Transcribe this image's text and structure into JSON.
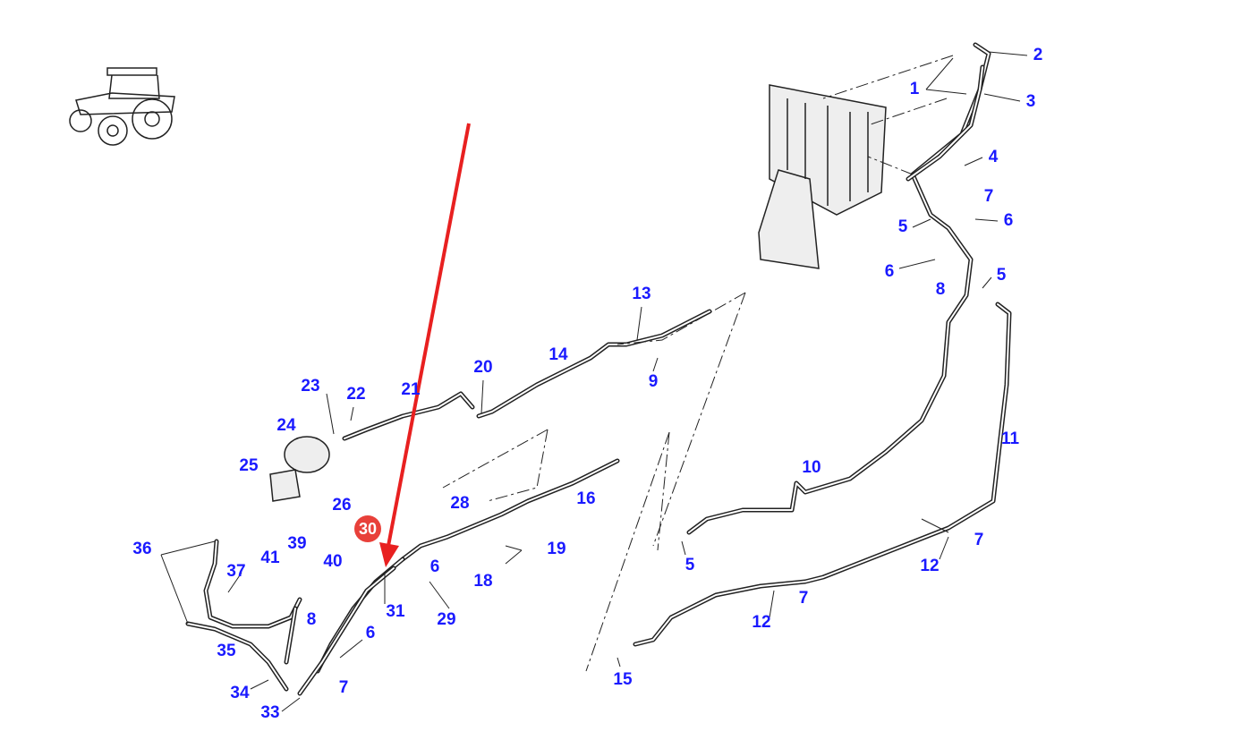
{
  "diagram": {
    "part_labels": [
      "2",
      "1",
      "3",
      "4",
      "7",
      "6",
      "5",
      "6",
      "8",
      "5",
      "13",
      "14",
      "9",
      "20",
      "23",
      "22",
      "21",
      "24",
      "25",
      "26",
      "10",
      "11",
      "16",
      "28",
      "6",
      "19",
      "18",
      "36",
      "41",
      "39",
      "40",
      "37",
      "31",
      "29",
      "8",
      "6",
      "35",
      "7",
      "34",
      "33",
      "5",
      "7",
      "12",
      "7",
      "12",
      "15"
    ],
    "highlight_callout": "30",
    "colors": {
      "label": "#1a1aff",
      "callout": "#e8403a",
      "arrow": "#e82020",
      "line": "#222222"
    }
  }
}
